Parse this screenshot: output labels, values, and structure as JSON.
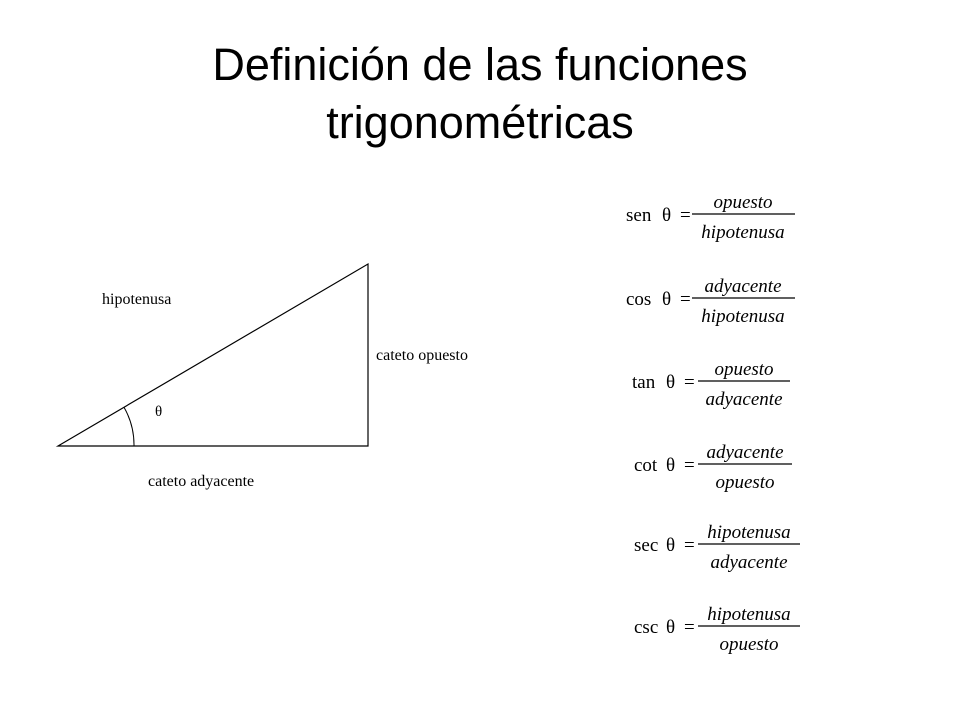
{
  "title": {
    "line1": "Definición de las funciones",
    "line2": "trigonométricas"
  },
  "triangle": {
    "hypotenuse_label": "hipotenusa",
    "opposite_label": "cateto opuesto",
    "adjacent_label": "cateto adyacente",
    "angle_label": "θ"
  },
  "formulas": [
    {
      "fn": "sen",
      "var": "θ",
      "eq": "=",
      "numerator": "opuesto",
      "denominator": "hipotenusa"
    },
    {
      "fn": "cos",
      "var": "θ",
      "eq": "=",
      "numerator": "adyacente",
      "denominator": "hipotenusa"
    },
    {
      "fn": "tan",
      "var": "θ",
      "eq": "=",
      "numerator": "opuesto",
      "denominator": "adyacente"
    },
    {
      "fn": "cot",
      "var": "θ",
      "eq": "=",
      "numerator": "adyacente",
      "denominator": "opuesto"
    },
    {
      "fn": "sec",
      "var": "θ",
      "eq": "=",
      "numerator": "hipotenusa",
      "denominator": "adyacente"
    },
    {
      "fn": "csc",
      "var": "θ",
      "eq": "=",
      "numerator": "hipotenusa",
      "denominator": "opuesto"
    }
  ]
}
